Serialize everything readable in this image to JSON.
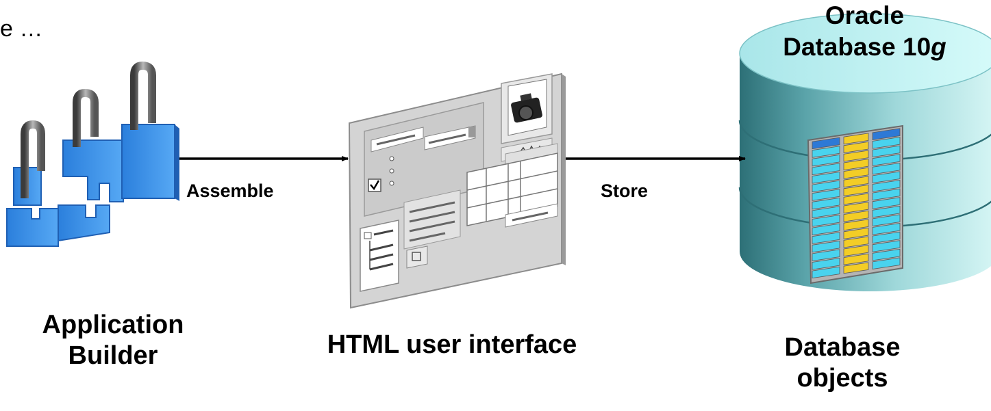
{
  "fragment_text": "e …",
  "database_title": {
    "line1": "Oracle",
    "line2_prefix": "Database 10",
    "line2_suffix": "g"
  },
  "edges": [
    {
      "from": "Application Builder",
      "to": "HTML user interface",
      "label": "Assemble"
    },
    {
      "from": "HTML user interface",
      "to": "Database objects",
      "label": "Store"
    }
  ],
  "nodes": {
    "builder": {
      "line1": "Application",
      "line2": "Builder"
    },
    "ui": {
      "label": "HTML user interface"
    },
    "db": {
      "line1": "Database",
      "line2": "objects"
    }
  },
  "colors": {
    "block_blue": "#3a8ee8",
    "block_blue_dark": "#1f5fb3",
    "cylinder_teal": "#5fa7ae",
    "cylinder_light": "#c8f3f3",
    "table_cyan": "#49d3ee",
    "table_yellow": "#f3cd26",
    "table_header_blue": "#2d79d6",
    "panel_gray": "#d4d4d4"
  }
}
